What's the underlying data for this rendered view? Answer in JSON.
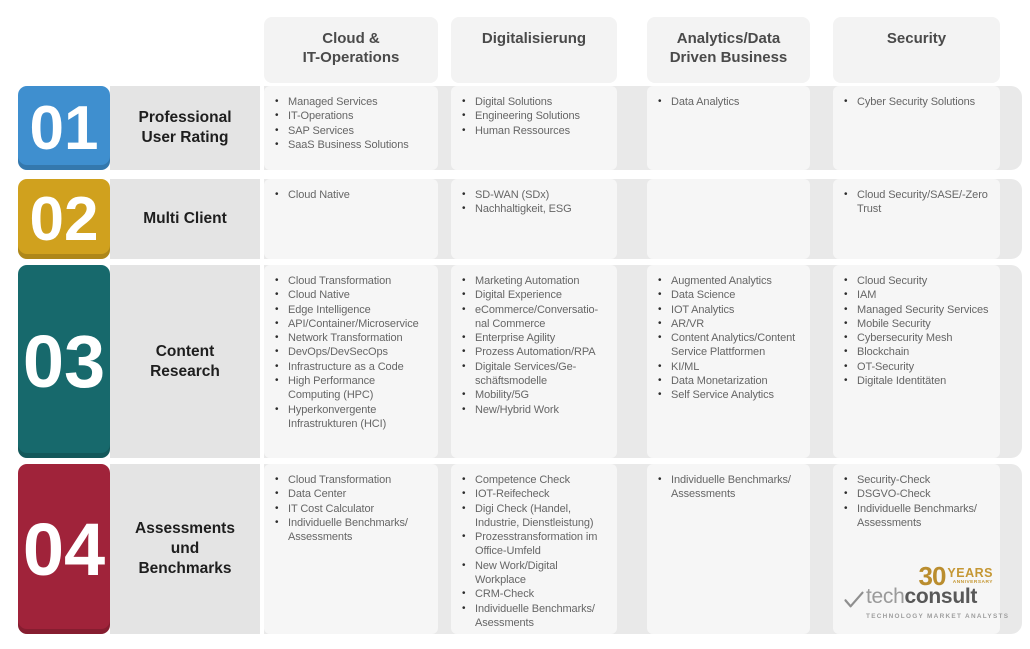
{
  "palette": {
    "background": "#FFFFFF",
    "header_box": "#F3F3F3",
    "label_band": "#E4E4E4",
    "content_band": "#E9E9E9",
    "cell": "#F6F6F6",
    "row_colors": [
      "#3F8FCF",
      "#D0A11E",
      "#17696C",
      "#A0233A"
    ]
  },
  "columns": [
    {
      "id": "cloud",
      "label": "Cloud &\nIT-Operations"
    },
    {
      "id": "digitalisierung",
      "label": "Digitalisierung"
    },
    {
      "id": "analytics",
      "label": "Analytics/Data\nDriven Business"
    },
    {
      "id": "security",
      "label": "Security"
    }
  ],
  "rows": [
    {
      "number": "01",
      "title": "Professional\nUser Rating",
      "color": "#3F8FCF",
      "cells": {
        "cloud": [
          "Managed Services",
          "IT-Operations",
          "SAP Services",
          "SaaS Business Solutions"
        ],
        "digitalisierung": [
          "Digital Solutions",
          "Engineering Solutions",
          "Human Ressources"
        ],
        "analytics": [
          "Data Analytics"
        ],
        "security": [
          "Cyber Security Solutions"
        ]
      }
    },
    {
      "number": "02",
      "title": "Multi Client",
      "color": "#D0A11E",
      "cells": {
        "cloud": [
          "Cloud Native"
        ],
        "digitalisierung": [
          "SD-WAN (SDx)",
          "Nachhaltigkeit, ESG"
        ],
        "analytics": [],
        "security": [
          "Cloud Security/SASE/-Zero Trust"
        ]
      }
    },
    {
      "number": "03",
      "title": "Content\nResearch",
      "color": "#17696C",
      "cells": {
        "cloud": [
          "Cloud Transformation",
          "Cloud Native",
          "Edge Intelligence",
          "API/Container/Microservice",
          "Network Transformation",
          "DevOps/DevSecOps",
          "Infrastructure as a Code",
          "High Performance Computing (HPC)",
          "Hyperkonvergente Infrastrukturen (HCI)"
        ],
        "digitalisierung": [
          "Marketing Automation",
          "Digital Experience",
          "eCommerce/Conversatio-nal Commerce",
          "Enterprise Agility",
          "Prozess Automation/RPA",
          "Digitale Services/Ge-schäftsmodelle",
          "Mobility/5G",
          "New/Hybrid Work"
        ],
        "analytics": [
          "Augmented Analytics",
          "Data Science",
          "IOT Analytics",
          "AR/VR",
          "Content Analytics/Content Service Plattformen",
          "KI/ML",
          "Data Monetarization",
          "Self Service Analytics"
        ],
        "security": [
          "Cloud Security",
          "IAM",
          "Managed Security Services",
          "Mobile Security",
          "Cybersecurity Mesh",
          "Blockchain",
          "OT-Security",
          "Digitale Identitäten"
        ]
      }
    },
    {
      "number": "04",
      "title": "Assessments\nund\nBenchmarks",
      "color": "#A0233A",
      "cells": {
        "cloud": [
          "Cloud Transformation",
          "Data Center",
          "IT Cost Calculator",
          "Individuelle Benchmarks/Assessments"
        ],
        "digitalisierung": [
          "Competence Check",
          "IOT-Reifecheck",
          "Digi Check (Handel, Industrie, Dienstleistung)",
          "Prozesstransformation im Office-Umfeld",
          "New Work/Digital Workplace",
          "CRM-Check",
          "Individuelle Benchmarks/Asessments"
        ],
        "analytics": [
          "Individuelle Benchmarks/Assessments"
        ],
        "security": [
          "Security-Check",
          "DSGVO-Check",
          "Individuelle Benchmarks/Assessments"
        ]
      }
    }
  ],
  "logo": {
    "number": "30",
    "years": "YEARS",
    "anniversary": "ANNIVERSARY",
    "brand_tech": "tech",
    "brand_consult": "consult",
    "tagline": "TECHNOLOGY MARKET ANALYSTS",
    "gold": "#BA8D2E"
  }
}
